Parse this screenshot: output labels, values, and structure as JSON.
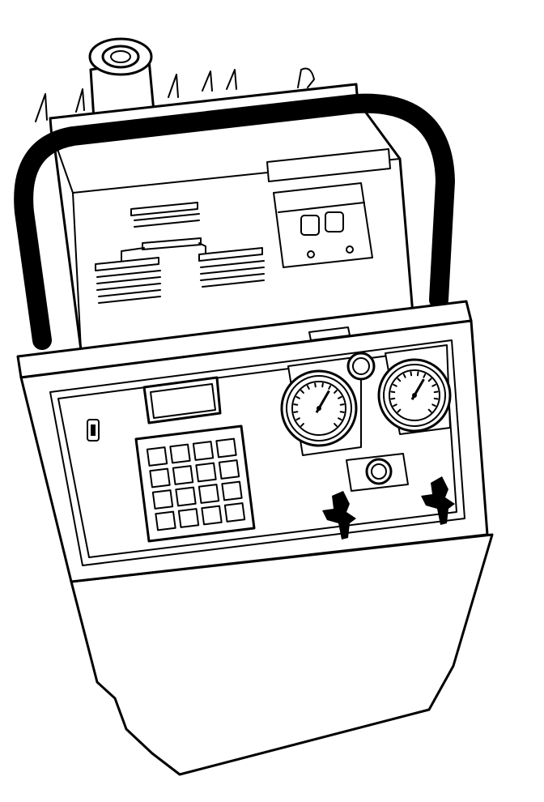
{
  "illustration": {
    "style": "black line art on white",
    "colors": {
      "ink": "#000000",
      "paper": "#ffffff"
    },
    "parts": {
      "top_fitting": {
        "icon": "cylinder-fitting-icon"
      },
      "handle": {
        "icon": "carry-handle-icon"
      },
      "upper_console": {
        "diagram_icon": "flow-diagram-icon",
        "display_icon": "two-digit-display-icon"
      },
      "front_panel": {
        "display_window": {
          "icon": "lcd-window-icon"
        },
        "keypad": {
          "rows": 4,
          "columns": 4,
          "icon": "keypad-icon"
        },
        "gauges": [
          {
            "icon": "pressure-gauge-icon",
            "needle_angle_deg": 30
          },
          {
            "icon": "pressure-gauge-icon",
            "needle_angle_deg": 30
          }
        ],
        "valves": [
          {
            "icon": "valve-knob-icon"
          },
          {
            "icon": "valve-knob-icon"
          }
        ],
        "indicator_light": {
          "icon": "indicator-light-icon"
        },
        "side_switch": {
          "icon": "toggle-switch-icon"
        }
      }
    }
  }
}
